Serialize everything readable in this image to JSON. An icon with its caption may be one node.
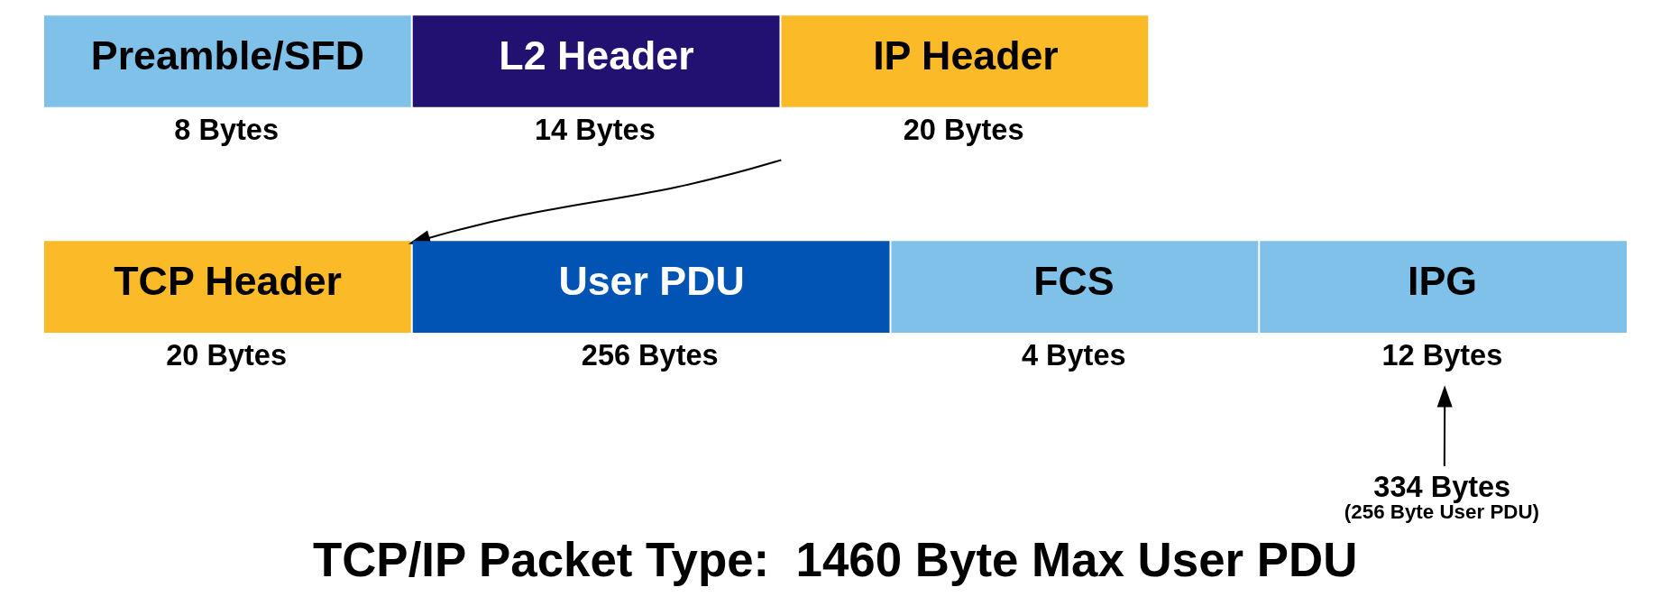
{
  "diagram": {
    "title": "TCP/IP Packet Type:  1460 Byte Max User PDU",
    "nodes": [
      {
        "text": [
          "Preamble/SFD"
        ],
        "beside": [
          "8 Bytes"
        ]
      },
      {
        "text": [
          "L2 Header"
        ],
        "beside": [
          "14 Bytes"
        ]
      },
      {
        "text": [
          "IP Header"
        ],
        "beside": [
          "20 Bytes"
        ]
      },
      {
        "text": [
          "TCP Header"
        ],
        "beside": [
          "20 Bytes"
        ]
      },
      {
        "text": [
          "User PDU"
        ],
        "beside": [
          "256 Bytes"
        ]
      },
      {
        "text": [
          "FCS"
        ],
        "beside": [
          "4 Bytes"
        ]
      },
      {
        "text": [
          "IPG"
        ],
        "beside": [
          "12 Bytes"
        ]
      },
      {
        "text": [
          "334 Bytes",
          "(256 Byte User PDU)"
        ]
      }
    ],
    "edges": [
      {
        "from": 2,
        "to": 3,
        "arrow": "to"
      },
      {
        "from": 7,
        "to": 6,
        "arrow": "to"
      }
    ]
  }
}
